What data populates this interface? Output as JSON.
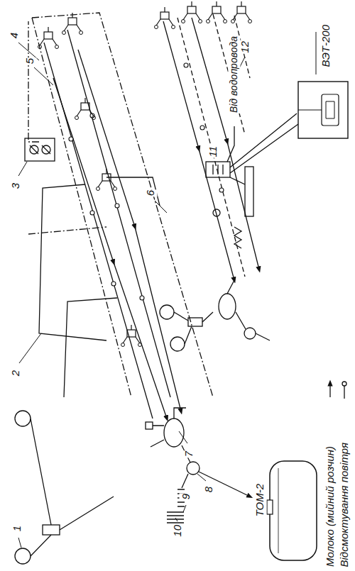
{
  "diagram": {
    "nodes": [
      {
        "text": [
          "ВЭТ-200"
        ]
      },
      {
        "text": [
          "ТОМ-2"
        ]
      }
    ],
    "labels": [
      "1",
      "2",
      "3",
      "4",
      "5",
      "6",
      "7",
      "8",
      "9",
      "10",
      "11",
      "12",
      "Від водопровода"
    ],
    "legend": [
      {
        "text": "Молоко (мийний розчин)"
      },
      {
        "text": "Відсмоктування повітря"
      }
    ]
  }
}
